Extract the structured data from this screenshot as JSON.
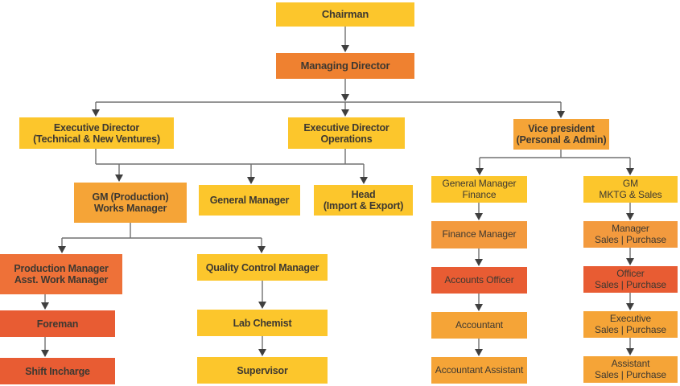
{
  "palette": {
    "yellow": "#FCC62C",
    "amber": "#F5A437",
    "orange": "#EF8130",
    "orange_light": "#F39A3E",
    "deep_orange": "#EE7138",
    "red_orange": "#E85C33",
    "text": "#3D3831",
    "line": "#707070",
    "arrow": "#3F3F3F"
  },
  "nodes": {
    "chairman": {
      "label": "Chairman"
    },
    "managing_director": {
      "label": "Managing Director"
    },
    "ed_technical": {
      "label": "Executive Director\n(Technical & New Ventures)"
    },
    "ed_operations": {
      "label": "Executive Director\nOperations"
    },
    "vice_president": {
      "label": "Vice president\n(Personal & Admin)"
    },
    "gm_production": {
      "label": "GM (Production)\nWorks Manager"
    },
    "general_manager": {
      "label": "General Manager"
    },
    "head_import_export": {
      "label": "Head\n(Import & Export)"
    },
    "production_manager": {
      "label": "Production Manager\nAsst. Work Manager"
    },
    "foreman": {
      "label": "Foreman"
    },
    "shift_incharge": {
      "label": "Shift Incharge"
    },
    "quality_control_manager": {
      "label": "Quality Control Manager"
    },
    "lab_chemist": {
      "label": "Lab Chemist"
    },
    "supervisor": {
      "label": "Supervisor"
    },
    "gm_finance": {
      "label": "General Manager\nFinance"
    },
    "finance_manager": {
      "label": "Finance Manager"
    },
    "accounts_officer": {
      "label": "Accounts Officer"
    },
    "accountant": {
      "label": "Accountant"
    },
    "accountant_assistant": {
      "label": "Accountant Assistant"
    },
    "gm_mktg_sales": {
      "label": "GM\nMKTG & Sales"
    },
    "manager_sales_purchase": {
      "label": "Manager\nSales | Purchase"
    },
    "officer_sales_purchase": {
      "label": "Officer\nSales | Purchase"
    },
    "executive_sales_purchase": {
      "label": "Executive\nSales | Purchase"
    },
    "assistant_sales_purchase": {
      "label": "Assistant\nSales | Purchase"
    }
  }
}
